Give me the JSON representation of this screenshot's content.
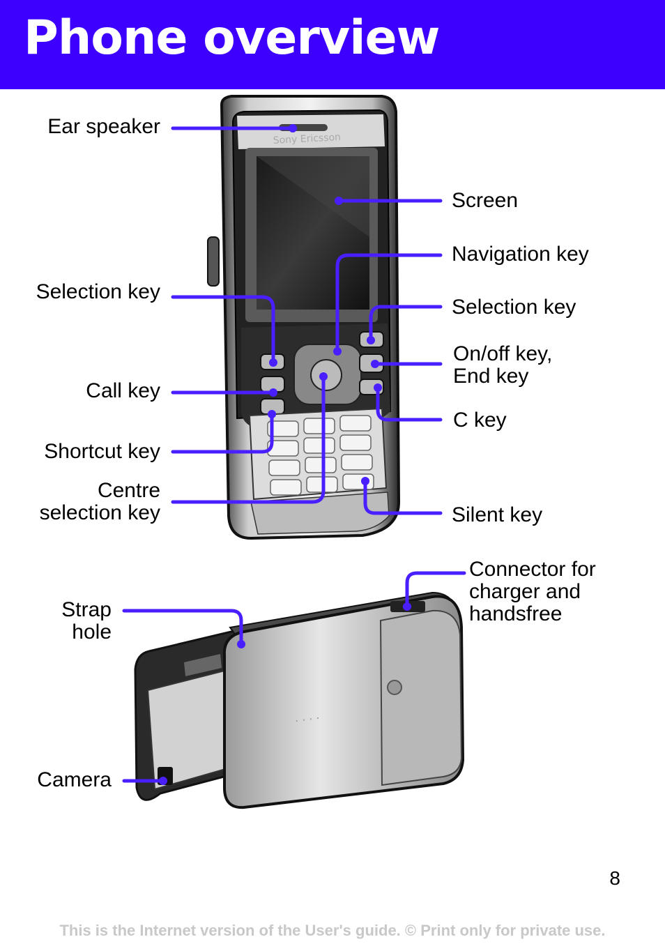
{
  "page": {
    "title": "Phone overview",
    "page_number": "8",
    "footer": "This is the Internet version of the User's guide. © Print only for private use.",
    "accent_color": "#3d00ff",
    "callout_color": "#4a1fff"
  },
  "front_view": {
    "brand_text": "Sony Ericsson",
    "labels": {
      "ear_speaker": "Ear speaker",
      "screen": "Screen",
      "navigation_key": "Navigation key",
      "selection_key_left": "Selection key",
      "selection_key_right": "Selection key",
      "onoff_line1": "On/off key,",
      "onoff_line2": "End key",
      "call_key": "Call key",
      "c_key": "C key",
      "shortcut_key": "Shortcut key",
      "centre_line1": "Centre",
      "centre_line2": "selection key",
      "silent_key": "Silent key"
    }
  },
  "back_view": {
    "labels": {
      "connector_line1": "Connector for",
      "connector_line2": "charger and",
      "connector_line3": "handsfree",
      "strap_line1": "Strap",
      "strap_line2": "hole",
      "camera": "Camera"
    }
  }
}
